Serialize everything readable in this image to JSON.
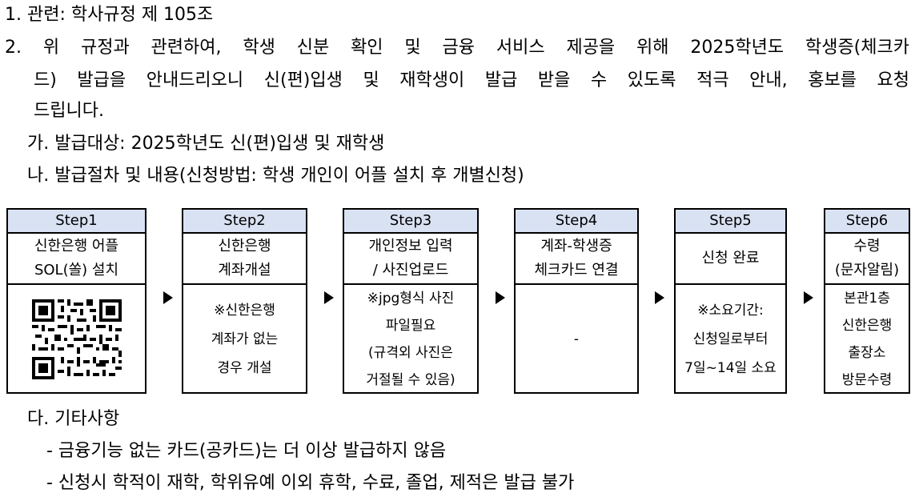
{
  "intro": {
    "l1": "1. 관련: 학사규정 제 105조",
    "l2a": "2. 위 규정과 관련하여, 학생 신분 확인 및 금융 서비스 제공을 위해 2025학년도 학생증(체크카",
    "l2b": "드) 발급을 안내드리오니 신(편)입생 및 재학생이 발급 받을 수 있도록 적극 안내, 홍보를 요청",
    "l2c": "드립니다.",
    "ga": "가. 발급대상: 2025학년도 신(편)입생 및 재학생",
    "na": "나. 발급절차 및 내용(신청방법: 학생 개인이 어플 설치 후 개별신청)"
  },
  "steps": [
    {
      "head": "Step1",
      "t1": "신한은행 어플",
      "t2": "SOL(쏠) 설치",
      "b1": "",
      "b2": "",
      "b3": "",
      "b4": ""
    },
    {
      "head": "Step2",
      "t1": "신한은행",
      "t2": "계좌개설",
      "b1": "※신한은행",
      "b2": "계좌가 없는",
      "b3": "경우 개설",
      "b4": ""
    },
    {
      "head": "Step3",
      "t1": "개인정보 입력",
      "t2": "/ 사진업로드",
      "b1": "※jpg형식 사진",
      "b2": "파일필요",
      "b3": "(규격외 사진은",
      "b4": "거절될 수 있음)"
    },
    {
      "head": "Step4",
      "t1": "계좌-학생증",
      "t2": "체크카드 연결",
      "b1": "-",
      "b2": "",
      "b3": "",
      "b4": ""
    },
    {
      "head": "Step5",
      "t1": "신청 완료",
      "t2": "",
      "b1": "※소요기간:",
      "b2": "신청일로부터",
      "b3": "7일~14일 소요",
      "b4": ""
    },
    {
      "head": "Step6",
      "t1": "수령",
      "t2": "(문자알림)",
      "b1": "본관1층",
      "b2": "신한은행",
      "b3": "출장소",
      "b4": "방문수령"
    }
  ],
  "da": {
    "title": "다. 기타사항",
    "i1": "- 금융기능 없는 카드(공카드)는 더 이상 발급하지 않음",
    "i2": "- 신청시 학적이 재학, 학위유예 이외 휴학, 수료, 졸업, 제적은 발급 불가"
  }
}
